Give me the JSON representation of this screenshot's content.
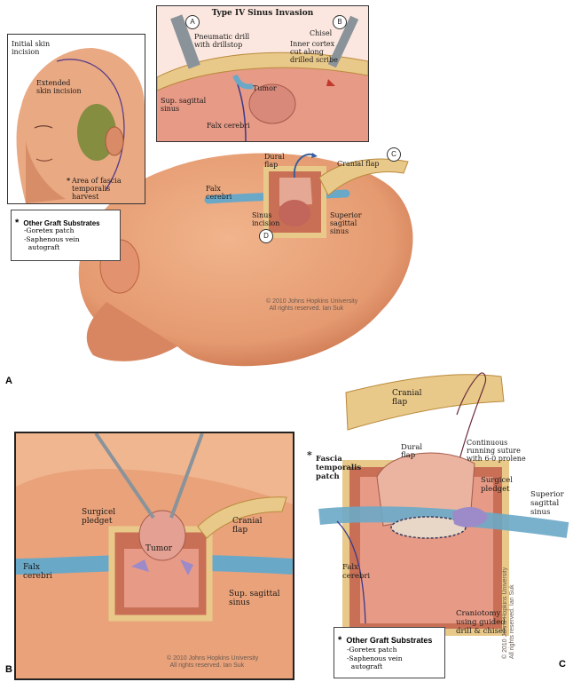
{
  "panels": {
    "a": {
      "letter": "A"
    },
    "b": {
      "letter": "B"
    },
    "c": {
      "letter": "C"
    }
  },
  "face_inset": {
    "initial_skin_incision": "Initial skin\nincision",
    "extended_skin_incision": "Extended\nskin incision",
    "fascia_harvest": "Area of fascia\ntemporalis\nharvest",
    "asterisk": "*"
  },
  "type4_inset": {
    "title": "Type IV Sinus Invasion",
    "badge_a": "A",
    "badge_b": "B",
    "pneumatic_drill": "Pneumatic drill\nwith drillstop",
    "chisel": "Chisel",
    "inner_cortex": "Inner cortex\ncut along\ndrilled scribe",
    "tumor": "Tumor",
    "sup_sagittal_sinus": "Sup. sagittal\nsinus",
    "falx_cerebri": "Falx cerebri"
  },
  "panel_a": {
    "dural_flap": "Dural\nflap",
    "cranial_flap": "Cranial flap",
    "badge_c": "C",
    "badge_d": "D",
    "falx_cerebri": "Falx\ncerebri",
    "sinus_incision": "Sinus\nincision",
    "superior_sagittal_sinus": "Superior\nsagittal\nsinus",
    "copyright": "© 2010 Johns Hopkins University\n  All rights reserved. Ian Suk",
    "graft_box": {
      "title": "Other Graft Substrates",
      "asterisk": "*",
      "items": [
        "-Goretex patch",
        "-Saphenous vein\n  autograft"
      ]
    }
  },
  "panel_b": {
    "surgicel_pledget": "Surgicel\npledget",
    "cranial_flap": "Cranial\nflap",
    "tumor": "Tumor",
    "falx_cerebri": "Falx\ncerebri",
    "sup_sagittal_sinus": "Sup. sagittal\nsinus",
    "copyright": "© 2010 Johns Hopkins University\n  All rights reserved. Ian Suk"
  },
  "panel_c": {
    "cranial_flap": "Cranial\nflap",
    "continuous_suture": "Continuous\nrunning suture\nwith 6-0 prolene",
    "dural_flap": "Dural\nflap",
    "fascia_patch": "Fascia\ntemporalis\npatch",
    "asterisk": "*",
    "surgicel_pledget": "Surgicel\npledget",
    "superior_sagittal_sinus": "Superior\nsagittal\nsinus",
    "falx_cerebri": "Falx\ncerebri",
    "craniotomy": "Craniotomy\nusing guided\ndrill & chisel",
    "copyright": "© 2010 Johns Hopkins University\nAll rights reserved. Ian Suk",
    "graft_box": {
      "title": "Other Graft Substrates",
      "asterisk": "*",
      "items": [
        "-Goretex patch",
        "-Saphenous vein\n  autograft"
      ]
    }
  },
  "colors": {
    "skin": "#e8a27a",
    "skin_shadow": "#c9714c",
    "bone": "#e9c98a",
    "bone_edge": "#b98a3c",
    "sinus_blue": "#6aa8c8",
    "tumor": "#d9897a",
    "brain": "#e79a86",
    "pledget": "#9c8ac9",
    "fascia_green": "#7a8a3a"
  }
}
